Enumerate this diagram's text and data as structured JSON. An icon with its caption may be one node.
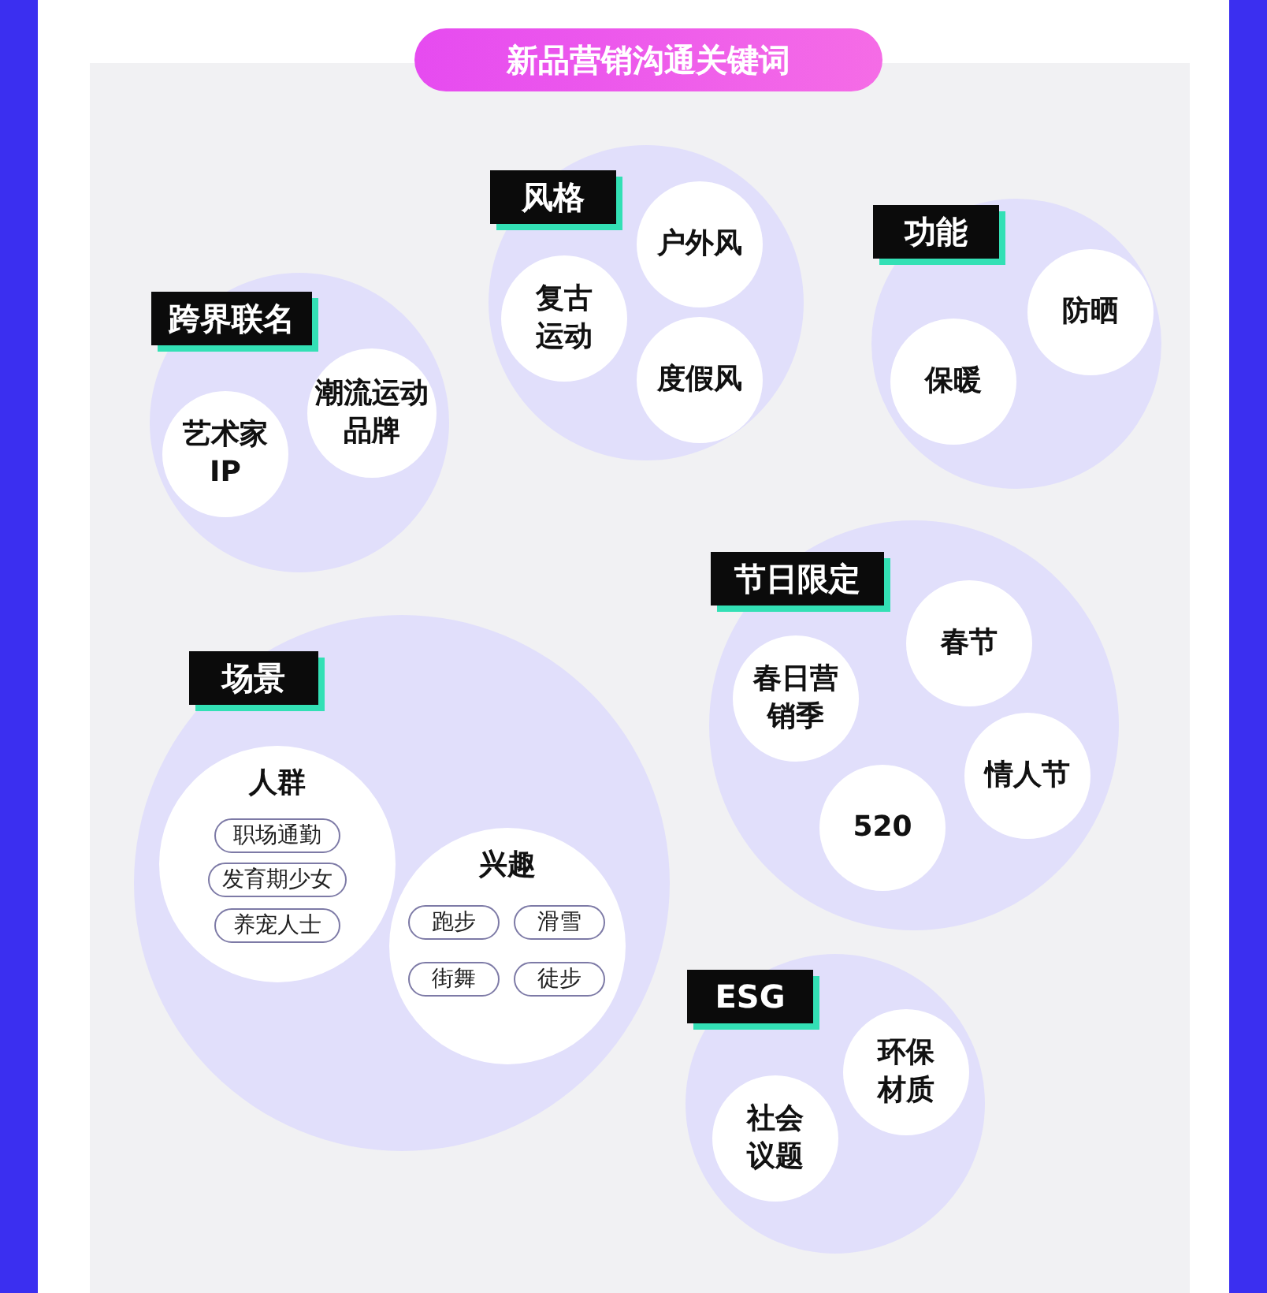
{
  "diagram": {
    "title": "新品营销沟通关键词",
    "nodes": [
      {
        "text": [
          "风格"
        ]
      },
      {
        "text": [
          "户外风"
        ],
        "in": 0
      },
      {
        "text": [
          "复古运动"
        ],
        "in": 0
      },
      {
        "text": [
          "度假风"
        ],
        "in": 0
      },
      {
        "text": [
          "功能"
        ]
      },
      {
        "text": [
          "防晒"
        ],
        "in": 4
      },
      {
        "text": [
          "保暖"
        ],
        "in": 4
      },
      {
        "text": [
          "跨界联名"
        ]
      },
      {
        "text": [
          "潮流运动品牌"
        ],
        "in": 7
      },
      {
        "text": [
          "艺术家IP"
        ],
        "in": 7
      },
      {
        "text": [
          "节日限定"
        ]
      },
      {
        "text": [
          "春节"
        ],
        "in": 10
      },
      {
        "text": [
          "春日营销季"
        ],
        "in": 10
      },
      {
        "text": [
          "情人节"
        ],
        "in": 10
      },
      {
        "text": [
          "520"
        ],
        "in": 10
      },
      {
        "text": [
          "场景"
        ]
      },
      {
        "text": [
          "人群"
        ],
        "in": 15
      },
      {
        "text": [
          "职场通勤"
        ],
        "in": 16
      },
      {
        "text": [
          "发育期少女"
        ],
        "in": 16
      },
      {
        "text": [
          "养宠人士"
        ],
        "in": 16
      },
      {
        "text": [
          "兴趣"
        ],
        "in": 15
      },
      {
        "text": [
          "跑步"
        ],
        "in": 20
      },
      {
        "text": [
          "滑雪"
        ],
        "in": 20
      },
      {
        "text": [
          "街舞"
        ],
        "in": 20
      },
      {
        "text": [
          "徒步"
        ],
        "in": 20
      },
      {
        "text": [
          "ESG"
        ]
      },
      {
        "text": [
          "环保材质"
        ],
        "in": 25
      },
      {
        "text": [
          "社会议题"
        ],
        "in": 25
      }
    ]
  }
}
